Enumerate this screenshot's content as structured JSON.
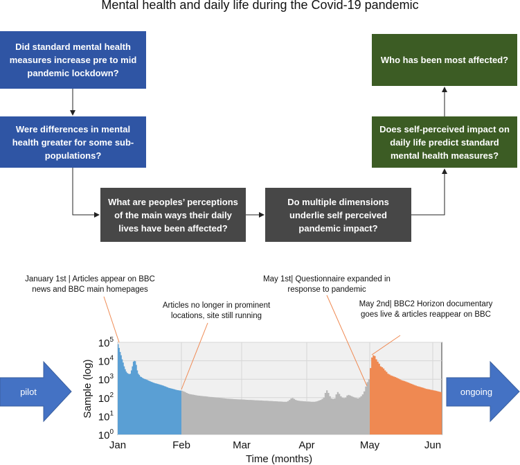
{
  "title": "Mental health and daily life during the Covid-19 pandemic",
  "boxes": {
    "q1": "Did standard mental health measures increase pre to mid pandemic lockdown?",
    "q2": "Were differences in mental health greater for some sub-populations?",
    "q3": "What are peoples’ perceptions of the main ways their daily lives have been affected?",
    "q4": "Do multiple dimensions underlie self perceived pandemic impact?",
    "q5": "Does self-perceived impact on daily life predict standard mental health measures?",
    "q6": "Who has been most affected?"
  },
  "notes": {
    "jan1": "January 1st | Articles appear on BBC news and BBC main homepages",
    "feb": "Articles no longer in prominent locations, site still running",
    "may1": "May 1st| Questionnaire expanded in response to pandemic",
    "may2": "May 2nd| BBC2 Horizon documentary goes live & articles reappear on BBC"
  },
  "arrows": {
    "left": "pilot",
    "right": "ongoing"
  },
  "colors": {
    "blue_box": "#2f55a4",
    "gray_box": "#474747",
    "green_box": "#3c5c24",
    "bar_blue": "#5a9fd4",
    "bar_gray": "#b7b7b7",
    "bar_orange": "#ef8952",
    "arrow": "#4472c4"
  },
  "chart_data": {
    "type": "bar",
    "xlabel": "Time (months)",
    "ylabel": "Sample (log)",
    "x_ticks": [
      "Jan",
      "Feb",
      "Mar",
      "Apr",
      "May",
      "Jun"
    ],
    "y_ticks": [
      {
        "base": "10",
        "exp": "0"
      },
      {
        "base": "10",
        "exp": "1"
      },
      {
        "base": "10",
        "exp": "2"
      },
      {
        "base": "10",
        "exp": "3"
      },
      {
        "base": "10",
        "exp": "4"
      },
      {
        "base": "10",
        "exp": "5"
      }
    ],
    "ylim": [
      1,
      100000
    ],
    "scale": "log",
    "grid": true,
    "series": [
      {
        "period": "Jan",
        "values": [
          80000,
          50000,
          30000,
          20000,
          12000,
          8000,
          5000,
          3500,
          2600,
          2200,
          2000,
          1900,
          2000,
          3000,
          5000,
          9000,
          10000,
          9500,
          6000,
          3000,
          2000,
          1700,
          1400,
          1300,
          1200,
          1100,
          1050,
          1000,
          950,
          900,
          850,
          800,
          760,
          720,
          680,
          650,
          620,
          600,
          580,
          560,
          540,
          520,
          500,
          480,
          460,
          440,
          420,
          400,
          380,
          360,
          340,
          330,
          320,
          310,
          300,
          290,
          280,
          270,
          260,
          255,
          250,
          245,
          240
        ]
      },
      {
        "period": "Feb-Apr",
        "values": [
          235,
          220,
          200,
          180,
          165,
          155,
          150,
          145,
          140,
          135,
          130,
          128,
          125,
          122,
          120,
          118,
          115,
          112,
          110,
          108,
          106,
          104,
          102,
          100,
          98,
          96,
          94,
          92,
          90,
          88,
          87,
          86,
          85,
          84,
          83,
          82,
          81,
          80,
          80,
          79,
          78,
          77,
          76,
          75,
          75,
          74,
          73,
          72,
          72,
          71,
          70,
          70,
          69,
          68,
          68,
          67,
          66,
          66,
          65,
          64,
          64,
          63,
          62,
          62,
          61,
          60,
          60,
          60,
          65,
          75,
          90,
          95,
          85,
          75,
          70,
          68,
          66,
          65,
          64,
          63,
          62,
          62,
          61,
          60,
          60,
          60,
          62,
          65,
          70,
          75,
          85,
          100,
          180,
          250,
          180,
          120,
          90,
          85,
          90,
          150,
          200,
          160,
          120,
          100,
          95,
          100,
          130,
          140,
          130,
          120,
          110,
          100,
          95,
          90,
          100,
          120,
          150,
          220,
          400,
          700,
          1000
        ]
      },
      {
        "period": "May-Jun",
        "values": [
          4000,
          15000,
          20000,
          18000,
          12000,
          9000,
          7000,
          5000,
          4500,
          3800,
          3000,
          2500,
          2000,
          1800,
          1600,
          1500,
          1400,
          1300,
          1200,
          1100,
          1000,
          900,
          850,
          800,
          750,
          700,
          650,
          600,
          560,
          520,
          480,
          450,
          420,
          400,
          380,
          360,
          340,
          320,
          300,
          290,
          280,
          270,
          260,
          250,
          240,
          230,
          220,
          210,
          200
        ]
      }
    ]
  }
}
